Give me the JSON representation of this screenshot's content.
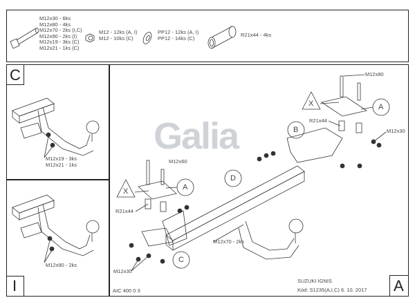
{
  "parts": {
    "bolts": [
      "M12x30 - 6ks",
      "M12x80 - 4ks",
      "M12x70 - 2ks (I,C)",
      "M12x90 - 2ks (I)",
      "M12x19 - 3ks (C)",
      "M12x21 - 1ks (C)"
    ],
    "nuts": [
      "M12 - 12ks (A, I)",
      "M12 - 10ks (C)"
    ],
    "washers": [
      "PP12 - 12ks (A, I)",
      "PP12 - 14ks (C)"
    ],
    "spacer": "R21x44 - 4ks"
  },
  "panel_c": {
    "letter": "C",
    "labels": [
      "M12x19 - 3ks",
      "M12x21 - 1ks"
    ]
  },
  "panel_i": {
    "letter": "I",
    "labels": [
      "M12x90 - 2ks"
    ]
  },
  "main": {
    "logo": "Galia",
    "labels": {
      "m12x80": "M12x80",
      "m12x30_right": "M12x30",
      "r21x44_right": "R21x44",
      "m12x60": "M12x60",
      "r21x44_left": "R21x44",
      "m12x70": "M12x70 - 2ks",
      "m12x30_left": "M12x30"
    },
    "callouts": {
      "a_right": "A",
      "b": "B",
      "d": "D",
      "a_left": "A",
      "c": "C",
      "x_right": "X",
      "x_left": "X"
    }
  },
  "title_block": {
    "code": "AIC 400 0 3",
    "vehicle": "SUZUKI IGNIS",
    "kod": "Kód: S1235(A,I,C)  6. 10. 2017",
    "sheet": "A"
  }
}
